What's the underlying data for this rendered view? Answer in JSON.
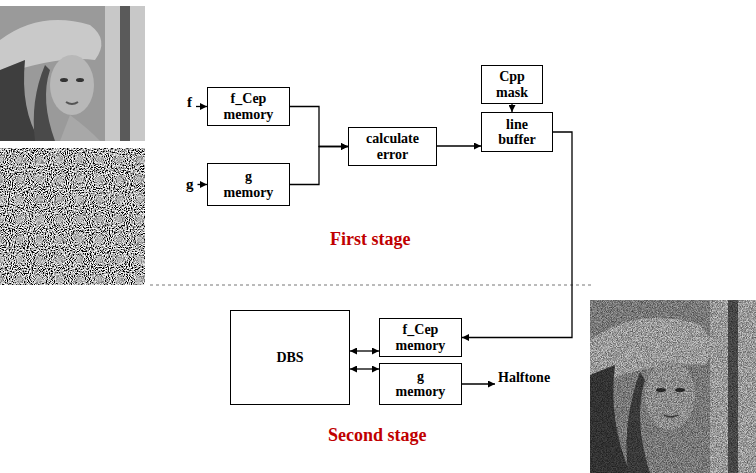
{
  "diagram": {
    "nodes": [
      {
        "text": [
          "f_Cep memory"
        ]
      },
      {
        "text": [
          "g memory"
        ]
      },
      {
        "text": [
          "calculate error"
        ]
      },
      {
        "text": [
          "Cpp mask"
        ]
      },
      {
        "text": [
          "line buffer"
        ]
      },
      {
        "text": [
          "DBS"
        ]
      },
      {
        "text": [
          "f_Cep memory"
        ]
      },
      {
        "text": [
          "g memory"
        ]
      }
    ],
    "edges": [
      {
        "from": 0,
        "to": 2,
        "arrow": "to"
      },
      {
        "from": 1,
        "to": 2,
        "arrow": "to"
      },
      {
        "from": 3,
        "to": 4,
        "arrow": "to"
      },
      {
        "from": 2,
        "to": 4,
        "arrow": "to"
      },
      {
        "from": 4,
        "to": 6,
        "arrow": "to"
      },
      {
        "from": 5,
        "to": 6,
        "arrow": "both"
      },
      {
        "from": 5,
        "to": 7,
        "arrow": "both"
      }
    ],
    "labels": [
      "f",
      "g",
      "First stage",
      "Second stage",
      "Halftone"
    ]
  }
}
